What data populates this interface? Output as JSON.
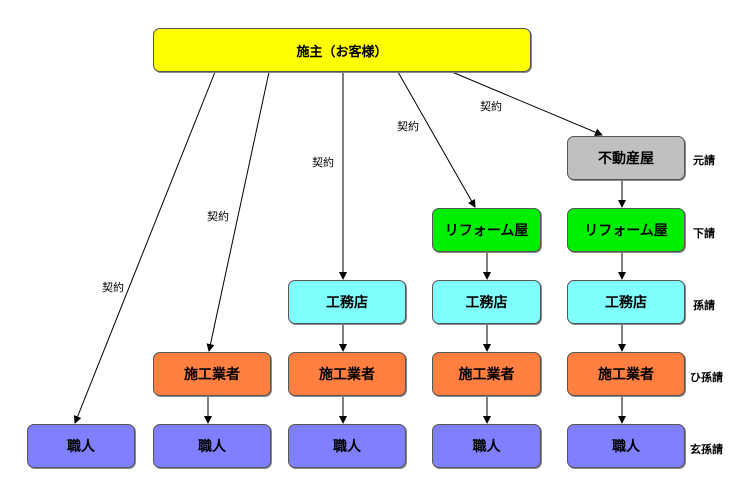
{
  "nodes": {
    "owner": "施主（お客様）",
    "realtor": "不動産屋",
    "reform_a": "リフォーム屋",
    "reform_b": "リフォーム屋",
    "koumu_a": "工務店",
    "koumu_b": "工務店",
    "koumu_c": "工務店",
    "sekou_a": "施工業者",
    "sekou_b": "施工業者",
    "sekou_c": "施工業者",
    "sekou_d": "施工業者",
    "shoku_a": "職人",
    "shoku_b": "職人",
    "shoku_c": "職人",
    "shoku_d": "職人",
    "shoku_e": "職人"
  },
  "contract_label": "契約",
  "levels": {
    "l1": "元請",
    "l2": "下請",
    "l3": "孫請",
    "l4": "ひ孫請",
    "l5": "玄孫請"
  },
  "colors": {
    "owner": "#ffff00",
    "realtor": "#c0c0c0",
    "reform": "#00ee00",
    "koumu": "#80ffff",
    "sekou": "#ff7f40",
    "shoku": "#7f7fff"
  }
}
